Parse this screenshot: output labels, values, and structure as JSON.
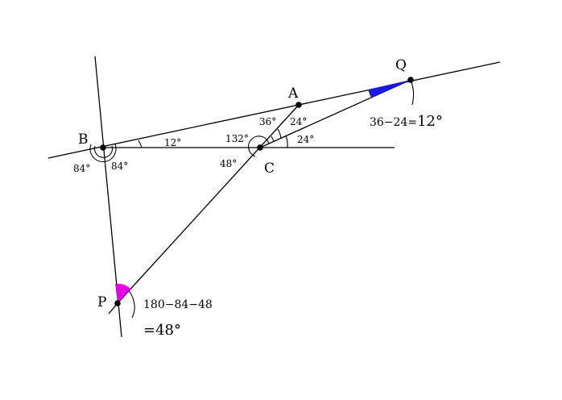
{
  "points": {
    "A": "A",
    "B": "B",
    "C": "C",
    "P": "P",
    "Q": "Q"
  },
  "angles": {
    "b_top": "12°",
    "b_left": "84°",
    "b_right": "84°",
    "c_upper_left": "132°",
    "c_lower_left": "48°",
    "c_a_left": "36°",
    "c_a_right": "24°",
    "c_right": "24°"
  },
  "notes": {
    "q_expr": "36−24=",
    "q_value": "12°",
    "p_expr": "180−84−48",
    "p_value": "=48°"
  },
  "colors": {
    "angle_q_fill": "#1a1ae6",
    "angle_p_fill": "#e600e6"
  }
}
